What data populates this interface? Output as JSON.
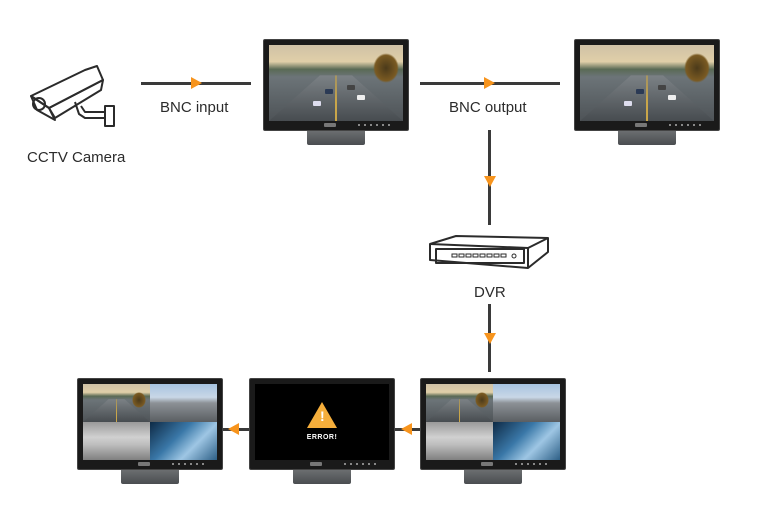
{
  "diagram": {
    "nodes": {
      "camera": {
        "label": "CCTV Camera",
        "icon": "cctv-camera-icon"
      },
      "monitor_input": {
        "screen": "highway-traffic",
        "icon": "monitor-icon"
      },
      "monitor_output": {
        "screen": "highway-traffic",
        "icon": "monitor-icon"
      },
      "dvr": {
        "label": "DVR",
        "icon": "dvr-recorder-icon"
      },
      "monitor_quad_1": {
        "screen": "quad-split-cameras",
        "icon": "monitor-icon"
      },
      "monitor_error": {
        "screen": "error",
        "error_text": "ERROR!",
        "icon": "warning-triangle-icon"
      },
      "monitor_quad_2": {
        "screen": "quad-split-cameras",
        "icon": "monitor-icon"
      }
    },
    "connections": [
      {
        "from": "camera",
        "to": "monitor_input",
        "label": "BNC input",
        "direction": "right"
      },
      {
        "from": "monitor_input",
        "to": "monitor_output",
        "label": "BNC output",
        "direction": "right"
      },
      {
        "from": "monitor_output",
        "to": "dvr",
        "label": "",
        "direction": "down"
      },
      {
        "from": "dvr",
        "to": "monitor_quad_2",
        "label": "",
        "direction": "down"
      },
      {
        "from": "monitor_quad_2",
        "to": "monitor_error",
        "label": "",
        "direction": "left"
      },
      {
        "from": "monitor_error",
        "to": "monitor_quad_1",
        "label": "",
        "direction": "left"
      }
    ],
    "colors": {
      "arrow": "#f7941d",
      "line": "#3a3a3a",
      "warning": "#f5ae3b"
    }
  }
}
